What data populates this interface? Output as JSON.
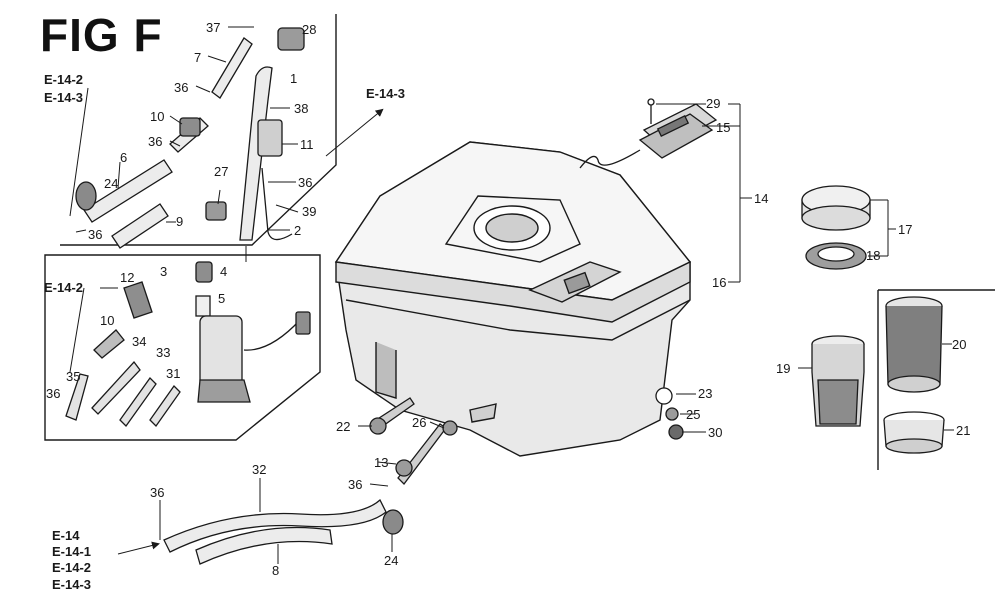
{
  "title": "FIG F",
  "colors": {
    "ink": "#1a1a1a",
    "part_fill": "#e9e9e9",
    "dark_part": "#6a6a6a",
    "paper": "#ffffff"
  },
  "refs": {
    "top_left": [
      "E-14-2",
      "E-14-3"
    ],
    "tank": "E-14-3",
    "pump_box": "E-14-2",
    "bottom_left": [
      "E-14",
      "E-14-1",
      "E-14-2",
      "E-14-3"
    ]
  },
  "parts": {
    "p1": "1",
    "p2": "2",
    "p3": "3",
    "p4": "4",
    "p5": "5",
    "p6": "6",
    "p7": "7",
    "p8": "8",
    "p9": "9",
    "p10a": "10",
    "p10b": "10",
    "p11": "11",
    "p12": "12",
    "p13": "13",
    "p14": "14",
    "p15": "15",
    "p16": "16",
    "p17": "17",
    "p18": "18",
    "p19": "19",
    "p20": "20",
    "p21": "21",
    "p22": "22",
    "p23": "23",
    "p24a": "24",
    "p24b": "24",
    "p25": "25",
    "p26": "26",
    "p27": "27",
    "p28": "28",
    "p29": "29",
    "p30": "30",
    "p31": "31",
    "p32": "32",
    "p33": "33",
    "p34": "34",
    "p35": "35",
    "p36a": "36",
    "p36b": "36",
    "p36c": "36",
    "p36d": "36",
    "p36e": "36",
    "p36f": "36",
    "p36g": "36",
    "p37": "37",
    "p38": "38",
    "p39": "39"
  }
}
